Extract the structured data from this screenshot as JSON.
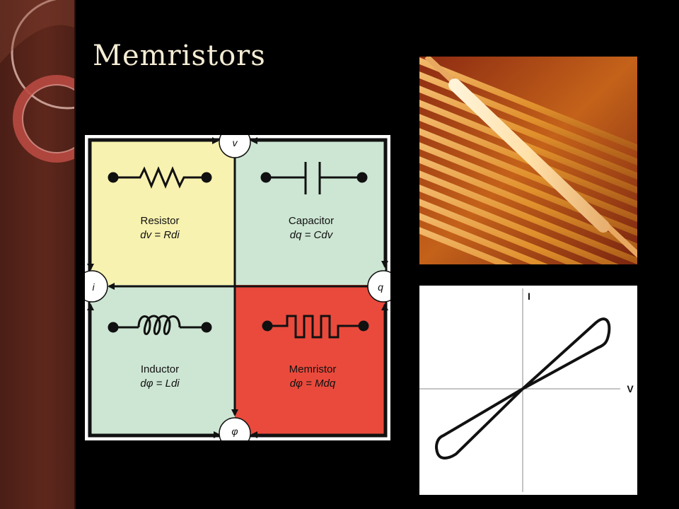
{
  "slide": {
    "title": "Memristors"
  },
  "quadrant_diagram": {
    "variables": {
      "top": "v",
      "left": "i",
      "right": "q",
      "bottom": "φ"
    },
    "cells": {
      "resistor": {
        "name": "Resistor",
        "equation": "dv = Rdi",
        "color": "#f8f2b0"
      },
      "capacitor": {
        "name": "Capacitor",
        "equation": "dq = Cdv",
        "color": "#cde6d3"
      },
      "inductor": {
        "name": "Inductor",
        "equation": "dφ = Ldi",
        "color": "#cde6d3"
      },
      "memristor": {
        "name": "Memristor",
        "equation": "dφ = Mdq",
        "color": "#ea4a3c"
      }
    }
  },
  "iv_plot": {
    "x_label": "V",
    "y_label": "I"
  }
}
